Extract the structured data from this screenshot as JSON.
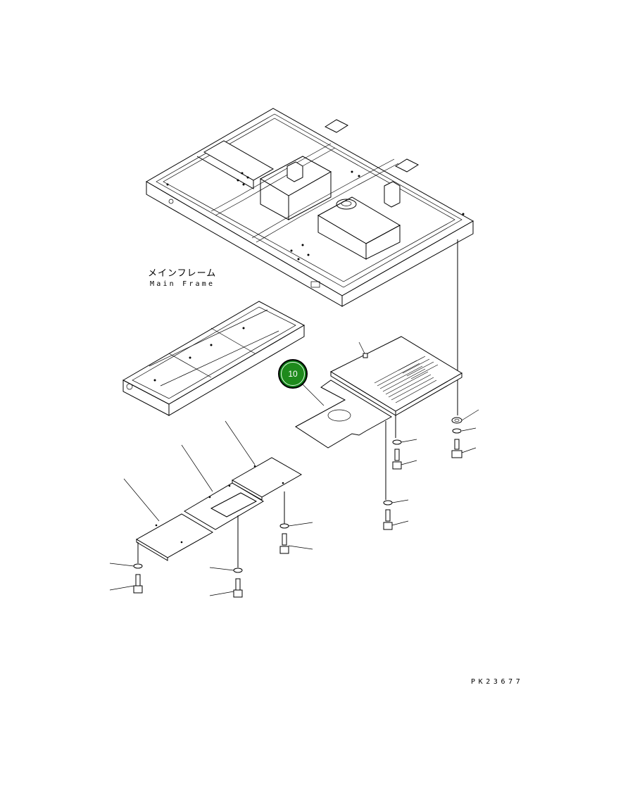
{
  "diagram": {
    "main_frame_label_jp": "メインフレーム",
    "main_frame_label_en": "Main Frame",
    "drawing_number": "PK23677",
    "callout_number": "10",
    "callout_color": "#1e8a1c"
  }
}
